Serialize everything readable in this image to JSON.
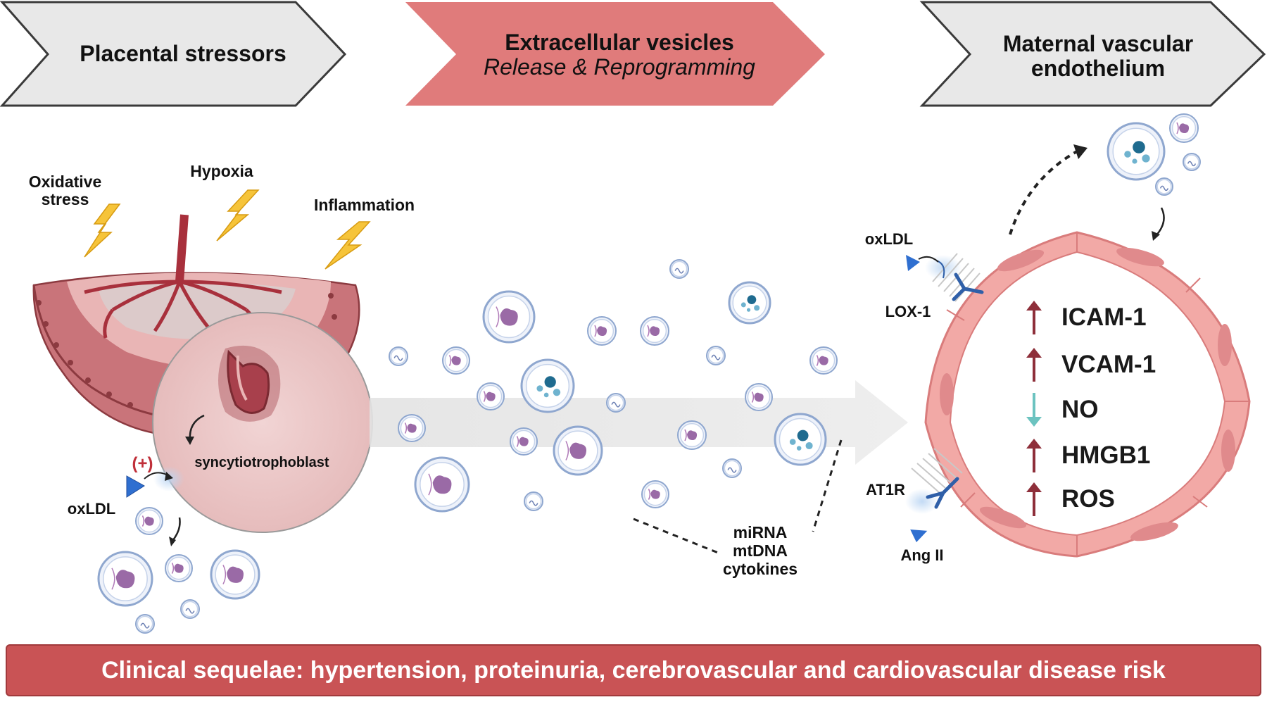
{
  "headers": {
    "left": "Placental stressors",
    "middle_line1": "Extracellular vesicles",
    "middle_line2": "Release & Reprogramming",
    "right_line1": "Maternal vascular",
    "right_line2": "endothelium"
  },
  "stressors": {
    "oxidative_line1": "Oxidative",
    "oxidative_line2": "stress",
    "hypoxia": "Hypoxia",
    "inflammation": "Inflammation"
  },
  "placenta": {
    "cell_label": "syncytiotrophoblast",
    "plus_sign": "(+)",
    "oxldl": "oxLDL"
  },
  "cargo": {
    "line1": "miRNA",
    "line2": "mtDNA",
    "line3": "cytokines"
  },
  "endothelium": {
    "oxldl": "oxLDL",
    "lox1": "LOX-1",
    "at1r": "AT1R",
    "ang2": "Ang II",
    "markers": [
      {
        "label": "ICAM-1",
        "direction": "up",
        "color": "#8e2f3a"
      },
      {
        "label": "VCAM-1",
        "direction": "up",
        "color": "#8e2f3a"
      },
      {
        "label": "NO",
        "direction": "down",
        "color": "#6cc3c0"
      },
      {
        "label": "HMGB1",
        "direction": "up",
        "color": "#8e2f3a"
      },
      {
        "label": "ROS",
        "direction": "up",
        "color": "#8e2f3a"
      }
    ]
  },
  "footer": "Clinical sequelae: hypertension, proteinuria, cerebrovascular and cardiovascular disease risk",
  "colors": {
    "header_grey": "#e8e8e8",
    "header_pink": "#e07b7b",
    "banner": "#c95355",
    "vessel": "#f2a9a6",
    "lightning": "#f6c43a",
    "receptor": "#2f5fa8"
  }
}
